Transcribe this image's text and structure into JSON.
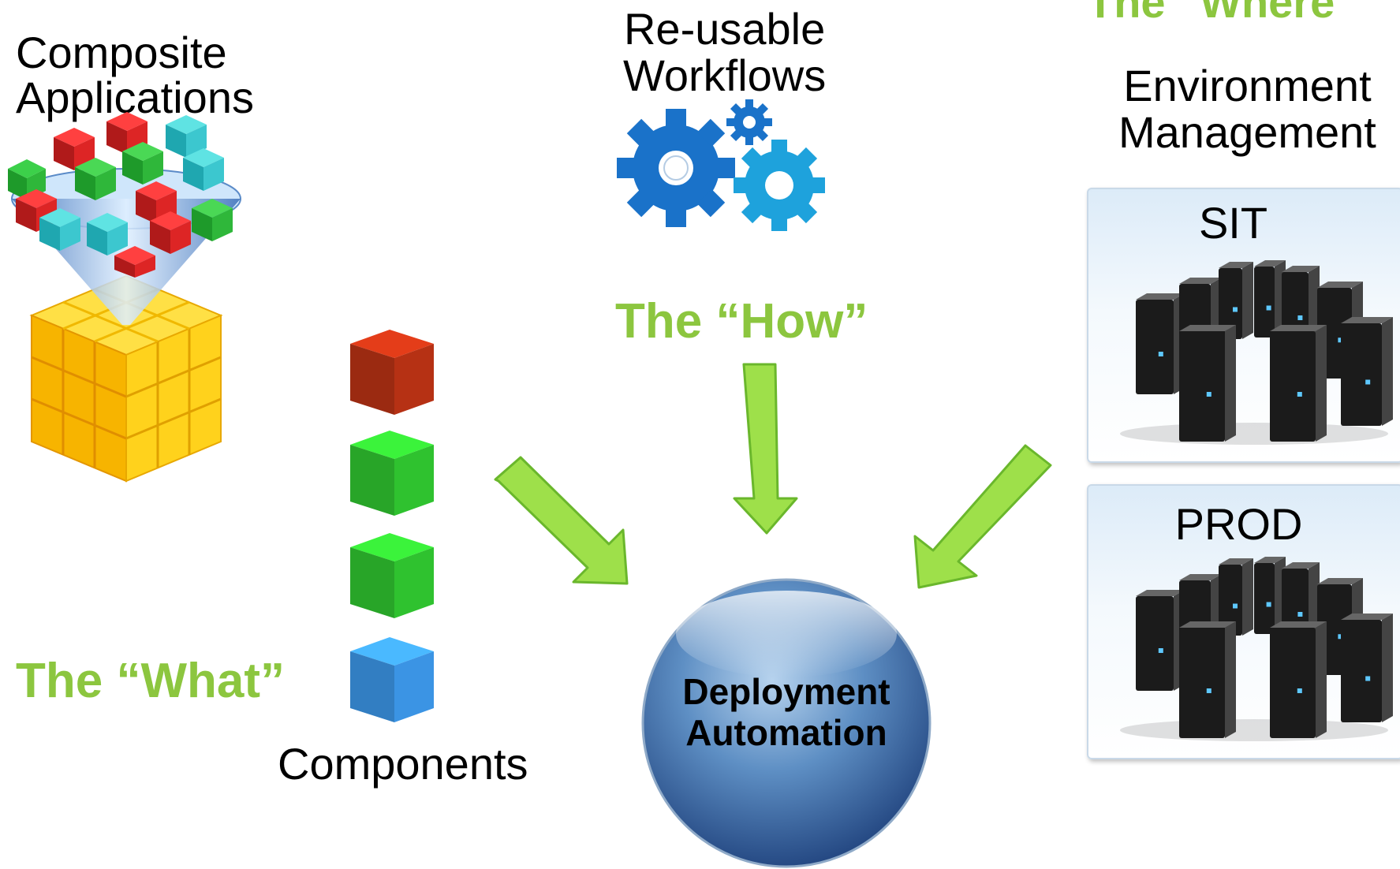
{
  "labels": {
    "composite_applications": "Composite\nApplications",
    "the_what": "The “What”",
    "components": "Components",
    "reusable_workflows": "Re-usable\nWorkflows",
    "the_how": "The “How”",
    "the_where": "The “Where”",
    "environment_management": "Environment\nManagement",
    "deployment_automation": "Deployment\nAutomation"
  },
  "environments": [
    {
      "name": "SIT"
    },
    {
      "name": "PROD"
    }
  ],
  "colors": {
    "accent_green": "#8cc63f",
    "arrow_fill": "#9ee04a",
    "arrow_stroke": "#6ab72c",
    "gear_blue": "#1a72c9",
    "gear_light": "#1ea2dc",
    "sphere_dark": "#1d3f7a",
    "sphere_light": "#7fb0dc"
  },
  "component_cubes": [
    {
      "color": "#b63114",
      "name": "red-component-cube"
    },
    {
      "color": "#2fc22f",
      "name": "green-component-cube"
    },
    {
      "color": "#2fc22f",
      "name": "green-component-cube-2"
    },
    {
      "color": "#3b94e4",
      "name": "blue-component-cube"
    }
  ],
  "icons": {
    "funnel": "funnel-icon",
    "gears": "gears-icon",
    "servers": "server-cluster-icon",
    "sphere": "sphere-icon"
  }
}
